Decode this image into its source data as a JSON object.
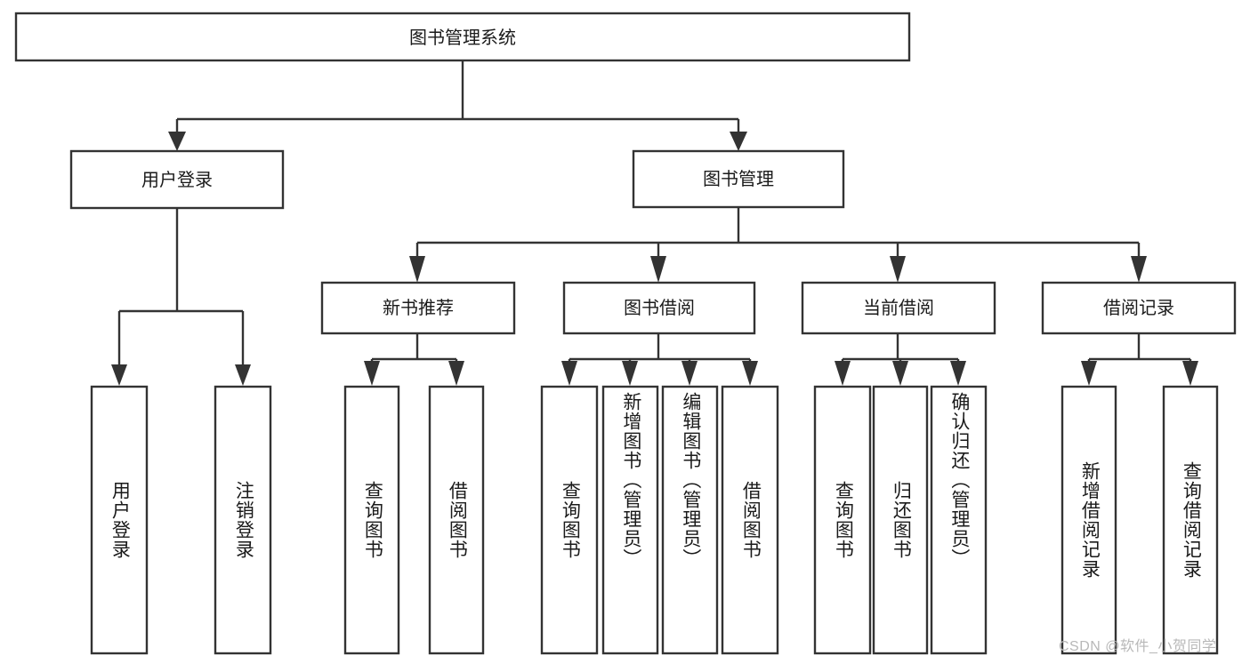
{
  "diagram": {
    "title": "图书管理系统",
    "type": "tree-hierarchy-diagram",
    "watermark": "CSDN @软件_小贺同学",
    "colors": {
      "stroke": "#333333",
      "fill": "#ffffff",
      "text": "#1a1a1a",
      "watermark": "#b8b8b8"
    },
    "root": {
      "label": "图书管理系统"
    },
    "level2": [
      {
        "label": "用户登录"
      },
      {
        "label": "图书管理"
      }
    ],
    "level3": [
      {
        "label": "新书推荐"
      },
      {
        "label": "图书借阅"
      },
      {
        "label": "当前借阅"
      },
      {
        "label": "借阅记录"
      }
    ],
    "leaves": {
      "user_login": [
        {
          "label": "用户登录"
        },
        {
          "label": "注销登录"
        }
      ],
      "new_book_recommend": [
        {
          "label": "查询图书"
        },
        {
          "label": "借阅图书"
        }
      ],
      "book_borrow": [
        {
          "label": "查询图书"
        },
        {
          "label": "新增图书（管理员）"
        },
        {
          "label": "编辑图书（管理员）"
        },
        {
          "label": "借阅图书"
        }
      ],
      "current_borrow": [
        {
          "label": "查询图书"
        },
        {
          "label": "归还图书"
        },
        {
          "label": "确认归还（管理员）"
        }
      ],
      "borrow_record": [
        {
          "label": "新增借阅记录"
        },
        {
          "label": "查询借阅记录"
        }
      ]
    }
  }
}
